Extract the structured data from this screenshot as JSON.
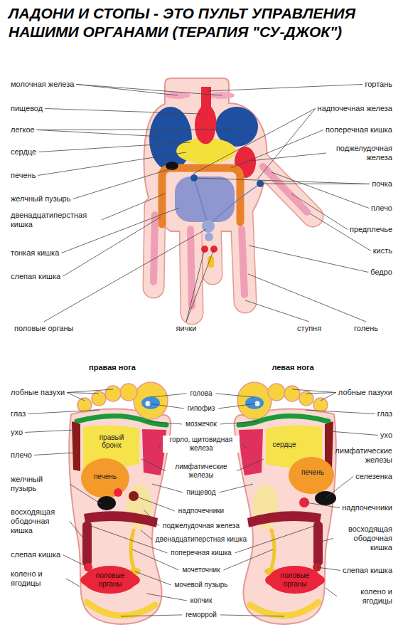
{
  "diagram": {
    "title": "ЛАДОНИ И СТОПЫ - ЭТО ПУЛЬТ УПРАВЛЕНИЯ НАШИМИ ОРГАНАМИ (ТЕРАПИЯ \"СУ-ДЖОК\")",
    "nodes": [
      {
        "text": [
          "правый бронх"
        ]
      },
      {
        "text": [
          "сердце"
        ]
      },
      {
        "text": [
          "печень"
        ]
      },
      {
        "text": [
          "печень"
        ]
      },
      {
        "text": [
          "половые органы"
        ]
      },
      {
        "text": [
          "половые органы"
        ]
      }
    ],
    "labels": [
      "молочная железа",
      "гортань",
      "пищевод",
      "надпочечная железа",
      "легкое",
      "поперечная кишка",
      "сердце",
      "поджелудочная железа",
      "печень",
      "почка",
      "желчный пузырь",
      "плечо",
      "двенадцатиперстная кишка",
      "предплечье",
      "кисть",
      "тонкая кишка",
      "бедро",
      "слепая кишка",
      "половые органы",
      "яички",
      "ступня",
      "голень",
      "правая нога",
      "левая нога",
      "лобные пазухи",
      "голова",
      "лобные пазухи",
      "гипофиз",
      "глаз",
      "глаз",
      "мозжечок",
      "ухо",
      "ухо",
      "горло, щитовидная железа",
      "лимфатические железы",
      "плечо",
      "лимфатические железы",
      "селезенка",
      "желчный пузырь",
      "пищевод",
      "надпочечники",
      "надпочечники",
      "восходящая ободочная кишка",
      "поджелудочная железа",
      "восходящая ободочная кишка",
      "двенадцатиперстная кишка",
      "поперечная кишка",
      "слепая кишка",
      "мочеточник",
      "слепая кишка",
      "колено и ягодицы",
      "мочевой пузырь",
      "колено и ягодицы",
      "копчик",
      "геморрой"
    ]
  }
}
